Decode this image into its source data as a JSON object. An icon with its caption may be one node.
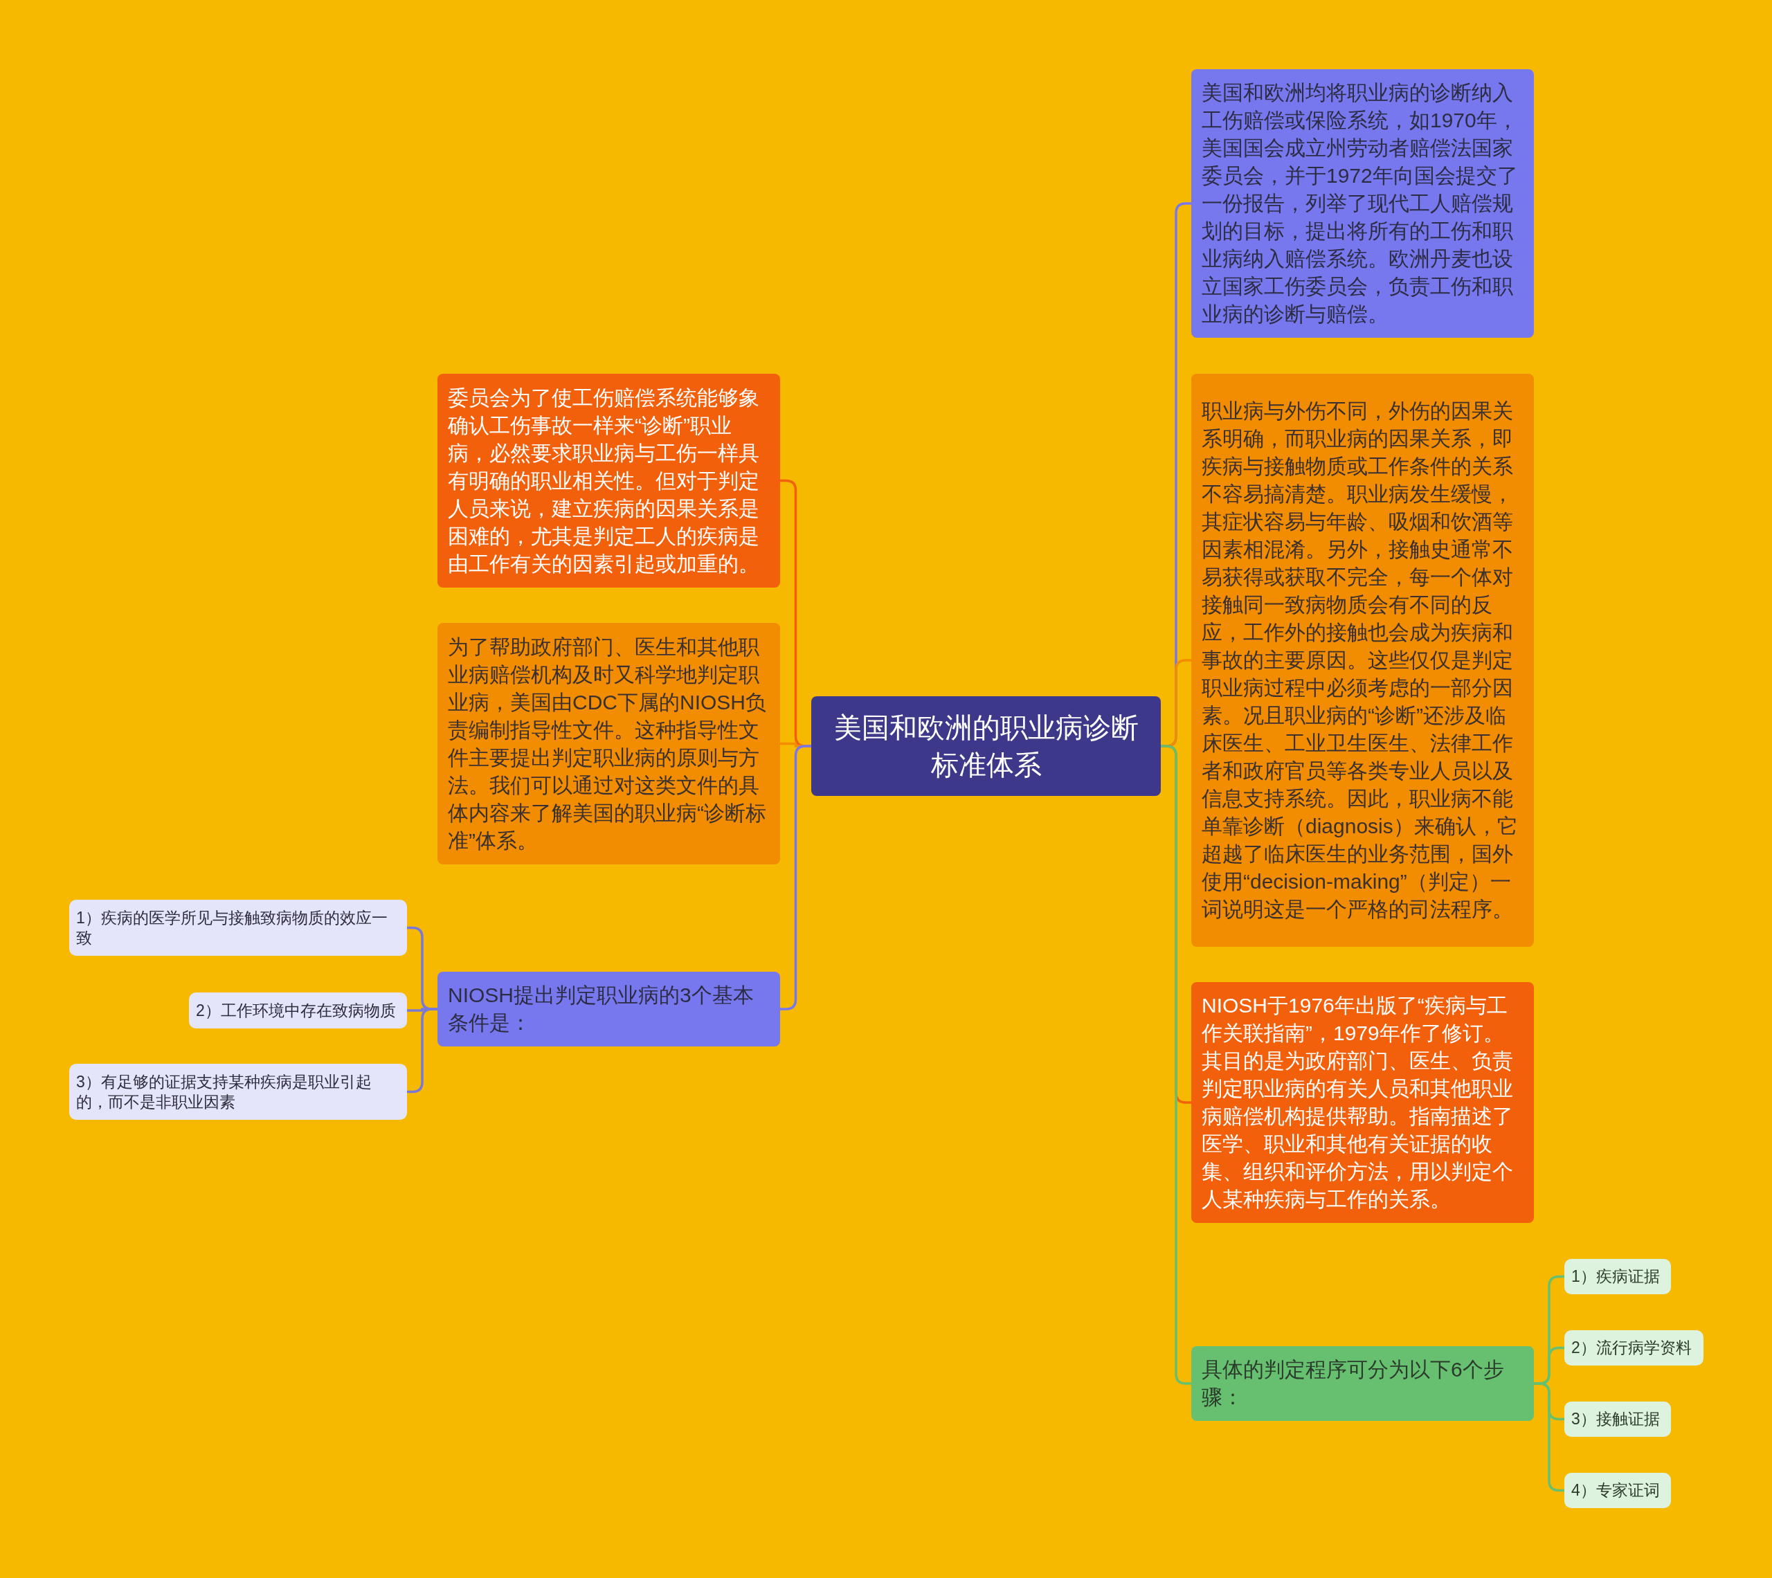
{
  "diagram": {
    "nodes": [
      {
        "text": [
          "美国和欧洲的职业病诊断标准体系"
        ]
      },
      {
        "text": [
          "委员会为了使工伤赔偿系统能够象确认工伤事故一样来“诊断”职业病，必然要求职业病与工伤一样具有明确的职业相关性。但对于判定人员来说，建立疾病的因果关系是困难的，尤其是判定工人的疾病是由工作有关的因素引起或加重的。"
        ]
      },
      {
        "text": [
          "为了帮助政府部门、医生和其他职业病赔偿机构及时又科学地判定职业病，美国由CDC下属的NIOSH负责编制指导性文件。这种指导性文件主要提出判定职业病的原则与方法。我们可以通过对这类文件的具体内容来了解美国的职业病“诊断标准”体系。"
        ]
      },
      {
        "text": [
          "NIOSH提出判定职业病的3个基本条件是："
        ]
      },
      {
        "text": [
          "1）疾病的医学所见与接触致病物质的效应一致"
        ]
      },
      {
        "text": [
          "2）工作环境中存在致病物质"
        ]
      },
      {
        "text": [
          "3）有足够的证据支持某种疾病是职业引起的，而不是非职业因素"
        ]
      },
      {
        "text": [
          "美国和欧洲均将职业病的诊断纳入工伤赔偿或保险系统，如1970年，美国国会成立州劳动者赔偿法国家委员会，并于1972年向国会提交了一份报告，列举了现代工人赔偿规划的目标，提出将所有的工伤和职业病纳入赔偿系统。欧洲丹麦也设立国家工伤委员会，负责工伤和职业病的诊断与赔偿。"
        ]
      },
      {
        "text": [
          "职业病与外伤不同，外伤的因果关系明确，而职业病的因果关系，即疾病与接触物质或工作条件的关系不容易搞清楚。职业病发生缓慢，其症状容易与年龄、吸烟和饮酒等因素相混淆。另外，接触史通常不易获得或获取不完全，每一个体对接触同一致病物质会有不同的反应，工作外的接触也会成为疾病和事故的主要原因。这些仅仅是判定职业病过程中必须考虑的一部分因素。况且职业病的“诊断”还涉及临床医生、工业卫生医生、法律工作者和政府官员等各类专业人员以及信息支持系统。因此，职业病不能单靠诊断（diagnosis）来确认，它超越了临床医生的业务范围，国外使用“decision-making”（判定）一词说明这是一个严格的司法程序。"
        ]
      },
      {
        "text": [
          "NIOSH于1976年出版了“疾病与工作关联指南”，1979年作了修订。其目的是为政府部门、医生、负责判定职业病的有关人员和其他职业病赔偿机构提供帮助。指南描述了医学、职业和其他有关证据的收集、组织和评价方法，用以判定个人某种疾病与工作的关系。"
        ]
      },
      {
        "text": [
          "具体的判定程序可分为以下6个步骤："
        ]
      },
      {
        "text": [
          "1）疾病证据"
        ]
      },
      {
        "text": [
          "2）流行病学资料"
        ]
      },
      {
        "text": [
          "3）接触证据"
        ]
      },
      {
        "text": [
          "4）专家证词"
        ]
      }
    ],
    "edges": [
      {
        "from": 0,
        "to": 1,
        "arrow": "none",
        "color": "#f2600b"
      },
      {
        "from": 0,
        "to": 2,
        "arrow": "none",
        "color": "#f28c00"
      },
      {
        "from": 0,
        "to": 3,
        "arrow": "none",
        "color": "#7878ee"
      },
      {
        "from": 3,
        "to": 4,
        "arrow": "none",
        "color": "#7878d8"
      },
      {
        "from": 3,
        "to": 5,
        "arrow": "none",
        "color": "#7878d8"
      },
      {
        "from": 3,
        "to": 6,
        "arrow": "none",
        "color": "#7878d8"
      },
      {
        "from": 0,
        "to": 7,
        "arrow": "none",
        "color": "#7878ee"
      },
      {
        "from": 0,
        "to": 8,
        "arrow": "none",
        "color": "#f28c00"
      },
      {
        "from": 0,
        "to": 9,
        "arrow": "none",
        "color": "#f2600b"
      },
      {
        "from": 0,
        "to": 10,
        "arrow": "none",
        "color": "#66c070"
      },
      {
        "from": 10,
        "to": 11,
        "arrow": "none",
        "color": "#66c070"
      },
      {
        "from": 10,
        "to": 12,
        "arrow": "none",
        "color": "#66c070"
      },
      {
        "from": 10,
        "to": 13,
        "arrow": "none",
        "color": "#66c070"
      },
      {
        "from": 10,
        "to": 14,
        "arrow": "none",
        "color": "#66c070"
      }
    ]
  }
}
